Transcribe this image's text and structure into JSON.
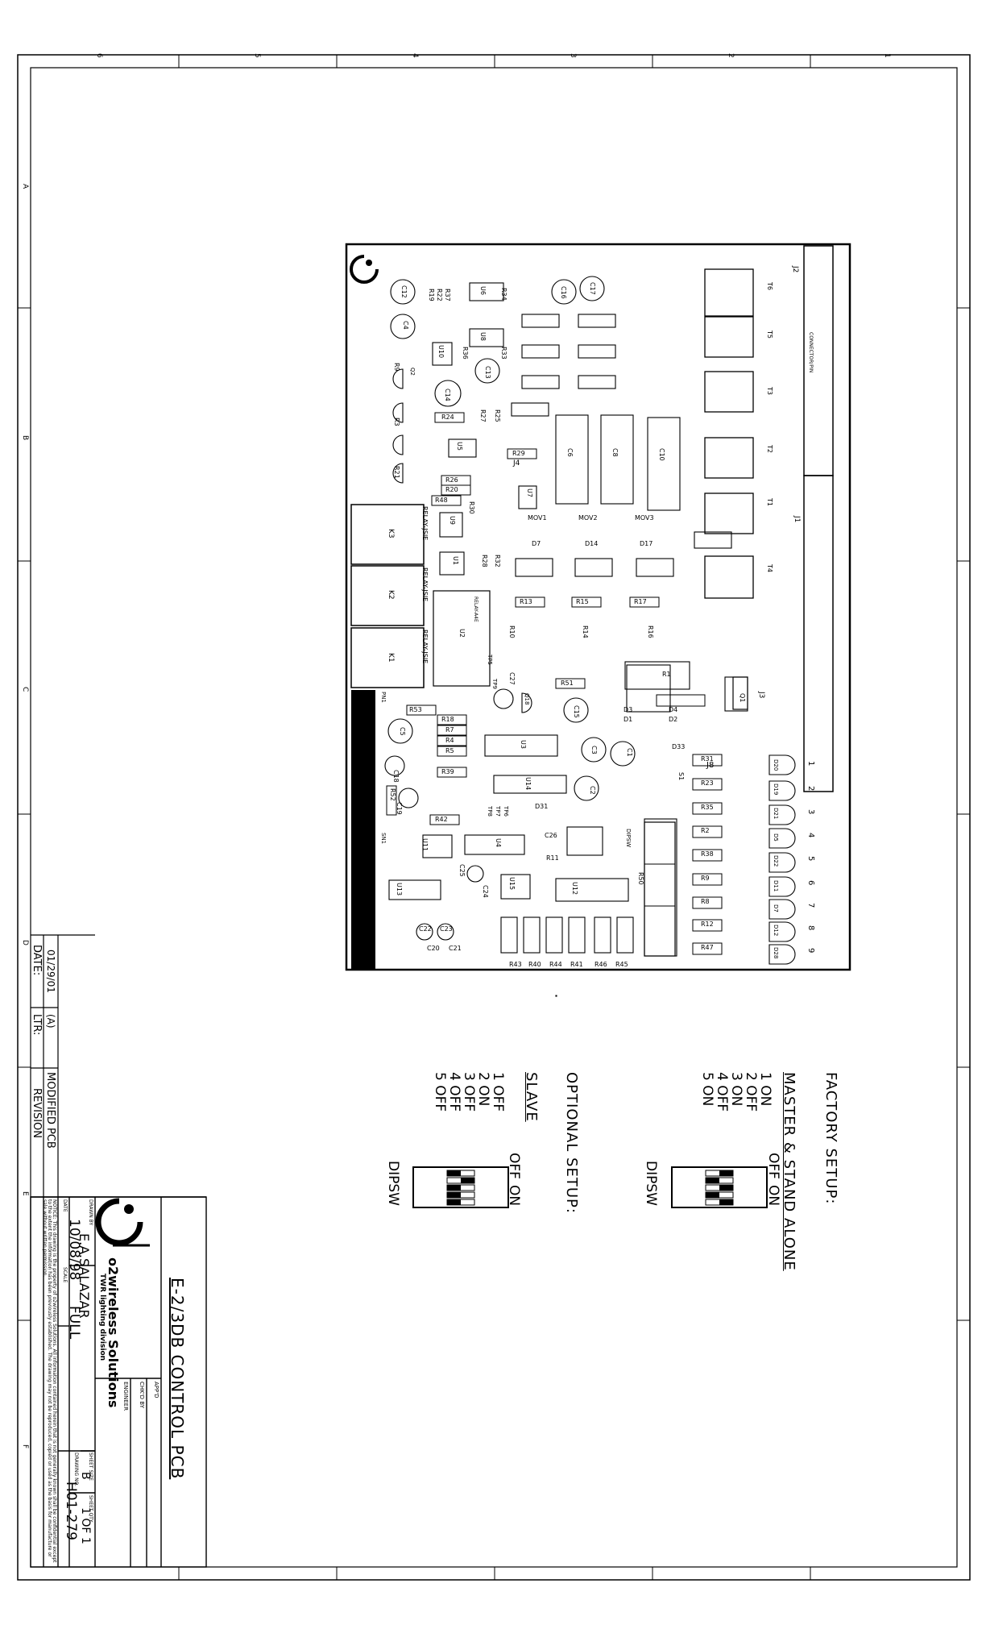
{
  "sheet": {
    "zone_numbers_top": [
      "6",
      "5",
      "4",
      "3",
      "2",
      "1"
    ],
    "zone_letters": [
      "A",
      "B",
      "C",
      "D",
      "E",
      "F"
    ]
  },
  "factory_setup": {
    "title": "FACTORY SETUP:",
    "subtitle": "MASTER & STAND ALONE",
    "settings": [
      "1 ON",
      "2 OFF",
      "3 ON",
      "4 OFF",
      "5 ON"
    ],
    "switch_off": "OFF",
    "switch_on": "ON",
    "switch_label": "DIPSW",
    "positions": [
      "on",
      "off",
      "on",
      "off",
      "on"
    ]
  },
  "optional_setup": {
    "title": "OPTIONAL SETUP:",
    "subtitle": "SLAVE",
    "settings": [
      "1 OFF",
      "2 ON",
      "3 OFF",
      "4 OFF",
      "5 OFF"
    ],
    "switch_off": "OFF",
    "switch_on": "ON",
    "switch_label": "DIPSW",
    "positions": [
      "off",
      "on",
      "off",
      "off",
      "off"
    ]
  },
  "revision": {
    "date": "01/29/01",
    "letter": "(A)",
    "description": "MODIFIED PCB",
    "date_header": "DATE:",
    "letter_header": "LTR:",
    "revision_header": "REVISION"
  },
  "title_block": {
    "title": "E-2/3DB CONTROL PCB",
    "company": "o2wireless Solutions",
    "division": "TWR lighting division",
    "appd_label": "APP'D",
    "chkd_label": "CHK'D BY",
    "engineer_label": "ENGINEER",
    "drawn_label": "DRAWN BY",
    "drawn_by": "E.A.SALAZAR",
    "date_label": "DATE",
    "date": "10/08/98",
    "scale_label": "SCALE",
    "scale": "FULL",
    "sheet_size_label": "SHEET SIZE",
    "sheet_size": "B",
    "sheet_qty_label": "SHEET QTY.",
    "sheet_qty": "1 OF 1",
    "drawing_no_label": "DRAWING NO.",
    "drawing_no": "H01-279",
    "notice": "NOTICE: This drawing is the property of o2wireless Solutions. All information contained herein that is not generally known shall be confidential except to the extent the information has been previously established. The drawing may not be reproduced, copied or used as the basis for manufacture or sale without written permission."
  },
  "pcb": {
    "connectors": [
      "J1",
      "J2",
      "J3",
      "J4",
      "J8"
    ],
    "connector_note": "CONNECTOR/PIN",
    "relays": [
      "K1",
      "K2",
      "K3"
    ],
    "relay_label": "RELAY-JSIE",
    "relay_label_alt": "RELAY-A4E",
    "movs": [
      "MOV1",
      "MOV2",
      "MOV3"
    ],
    "transformers": [
      "T1",
      "T2",
      "T3",
      "T4",
      "T5",
      "T6"
    ],
    "ics": [
      "U1",
      "U2",
      "U3",
      "U4",
      "U5",
      "U6",
      "U7",
      "U8",
      "U9",
      "U10",
      "U11",
      "U12",
      "U13",
      "U14",
      "U15"
    ],
    "capacitors": [
      "C1",
      "C2",
      "C3",
      "C4",
      "C5",
      "C6",
      "C8",
      "C10",
      "C12",
      "C13",
      "C14",
      "C15",
      "C16",
      "C17",
      "C18",
      "C19",
      "C20",
      "C21",
      "C22",
      "C23",
      "C24",
      "C25",
      "C26",
      "C27"
    ],
    "resistors_top": [
      "R34",
      "R33",
      "R36",
      "R37",
      "R22",
      "R19",
      "R9",
      "R3",
      "R24",
      "R27",
      "R25",
      "R29",
      "R26",
      "R20",
      "R21",
      "R48",
      "R30",
      "R28",
      "R32",
      "R13",
      "R15",
      "R17",
      "R10",
      "R14",
      "R16",
      "R51"
    ],
    "resistors_bottom": [
      "R53",
      "R18",
      "R7",
      "R4",
      "R5",
      "R39",
      "R52",
      "R42",
      "R11",
      "R50",
      "R31",
      "R23",
      "R35",
      "R2",
      "R38",
      "R9",
      "R8",
      "R12",
      "R47",
      "R1"
    ],
    "resistor_pack": [
      "R43",
      "R40",
      "R44",
      "R41",
      "R46",
      "R45"
    ],
    "diodes": [
      "D1",
      "D2",
      "D3",
      "D4",
      "D7",
      "D14",
      "D17",
      "D31",
      "D33"
    ],
    "led_labels": [
      "D20",
      "D19",
      "D21",
      "D5",
      "D22",
      "D11",
      "D7",
      "D12",
      "D28"
    ],
    "led_numbers": [
      "1",
      "2",
      "3",
      "4",
      "5",
      "6",
      "7",
      "8",
      "9"
    ],
    "test_points": [
      "TP5",
      "TP6",
      "TP7",
      "TP8",
      "TP9"
    ],
    "others": [
      "S1",
      "DIPSW",
      "Q1",
      "Q2",
      "Q18",
      "PN1",
      "SN1"
    ]
  }
}
